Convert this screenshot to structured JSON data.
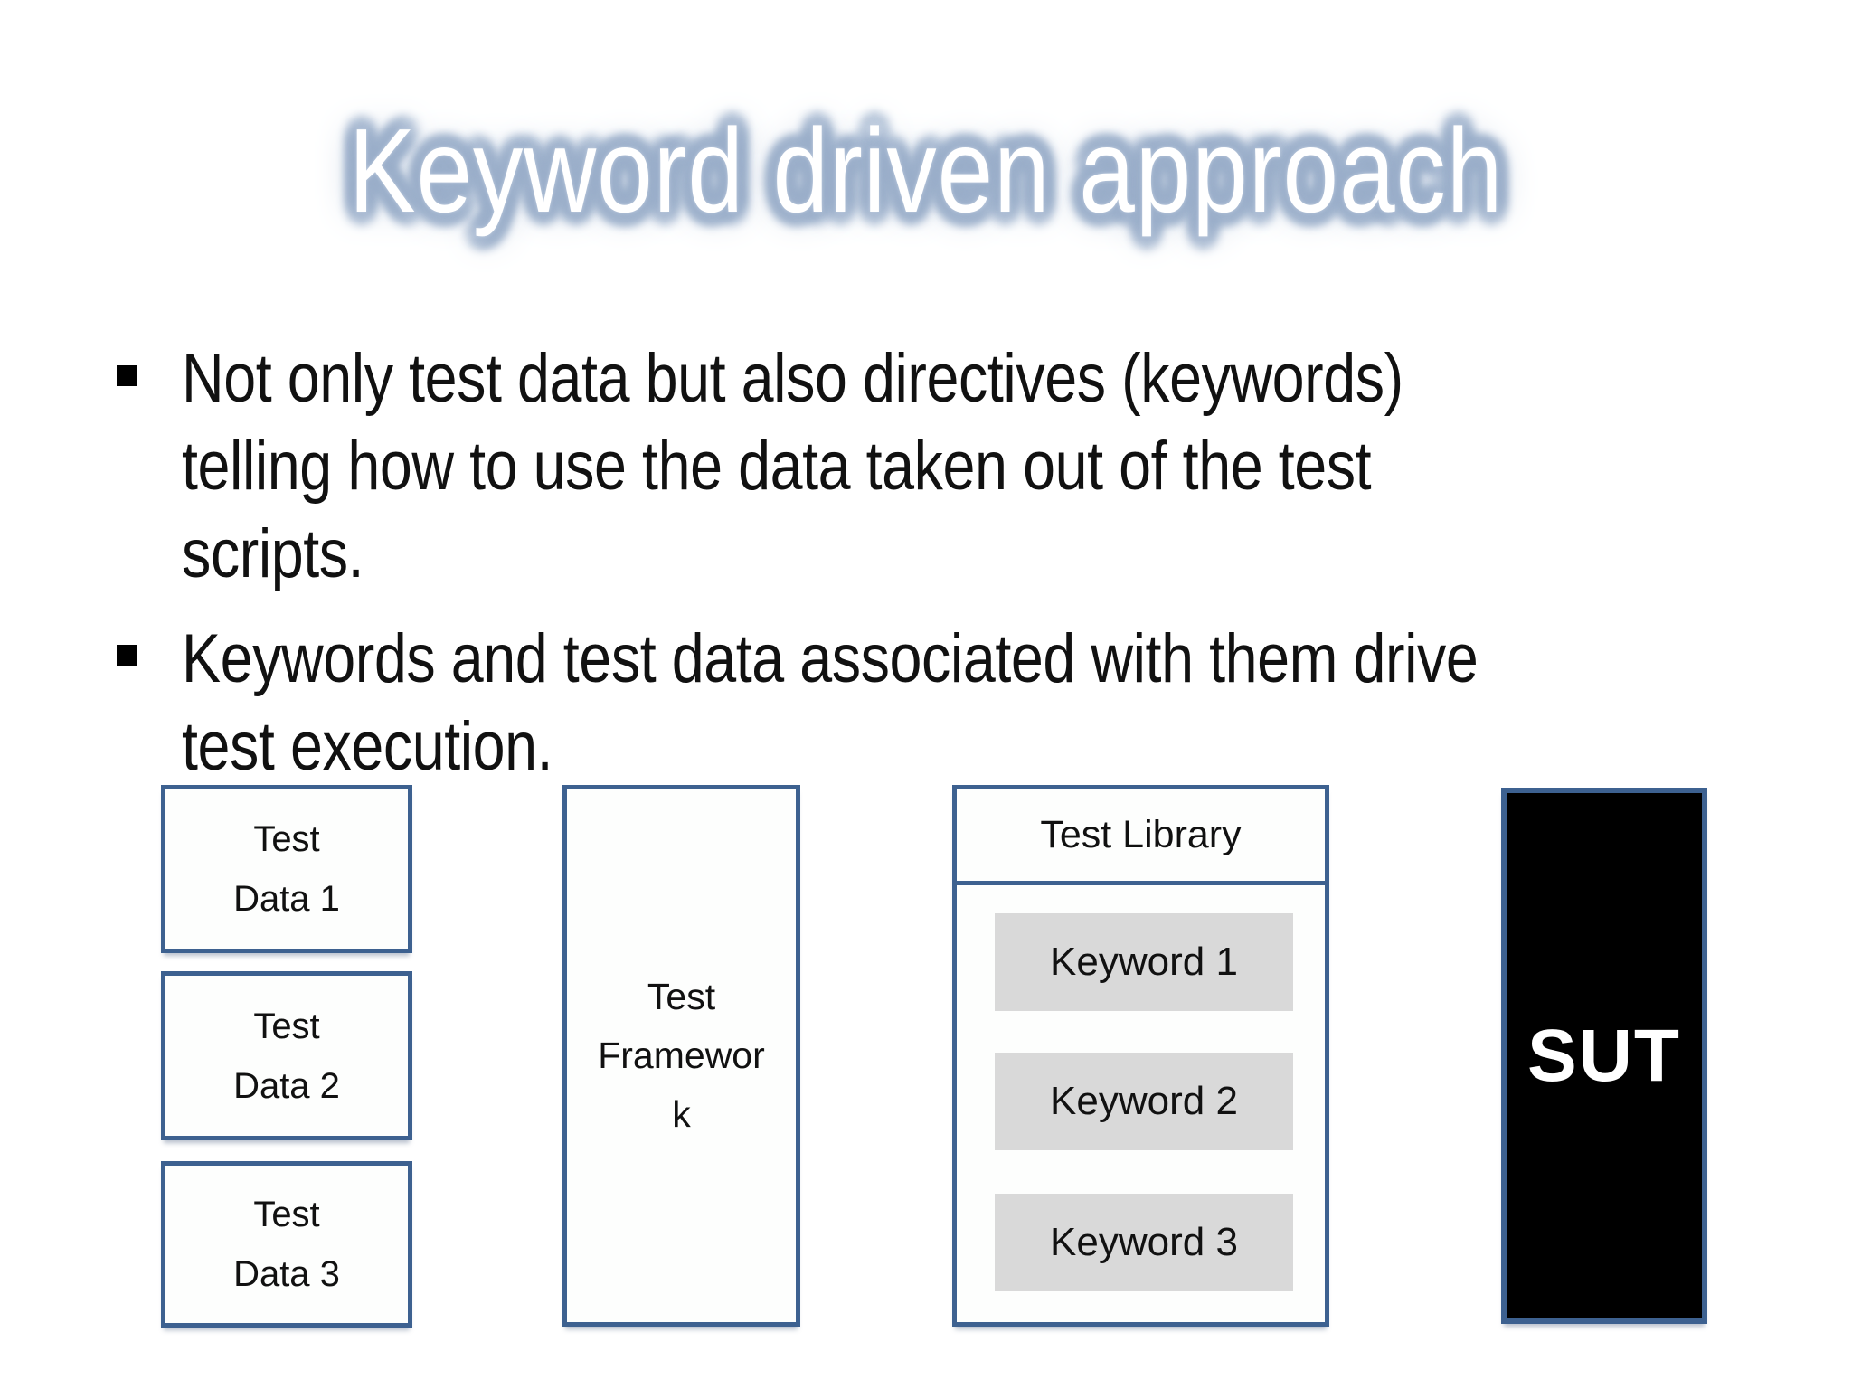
{
  "slide": {
    "title": "Keyword driven approach",
    "bullets": [
      {
        "lines": [
          "Not only test data but also directives (keywords)",
          "telling how to use the data taken out of the test",
          "scripts."
        ]
      },
      {
        "lines": [
          "Keywords and test data associated with them drive",
          "test execution."
        ]
      }
    ]
  },
  "diagram": {
    "test_data_boxes": [
      {
        "lines": [
          "Test",
          "Data 1"
        ]
      },
      {
        "lines": [
          "Test",
          "Data 2"
        ]
      },
      {
        "lines": [
          "Test",
          "Data 3"
        ]
      }
    ],
    "framework_box": {
      "lines": [
        "Test",
        "Framewor",
        "k"
      ]
    },
    "library_box": {
      "title": "Test Library",
      "keywords": [
        "Keyword 1",
        "Keyword 2",
        "Keyword 3"
      ]
    },
    "sut_box": {
      "label": "SUT"
    }
  },
  "colors": {
    "box_border": "#3d6190",
    "box_fill": "#fdfefd",
    "keyword_fill": "#d9d9d9",
    "sut_fill": "#000000",
    "sut_text": "#ffffff",
    "title_fill": "#ffffff",
    "title_glow": "#9aaec9",
    "body_text": "#111111"
  }
}
